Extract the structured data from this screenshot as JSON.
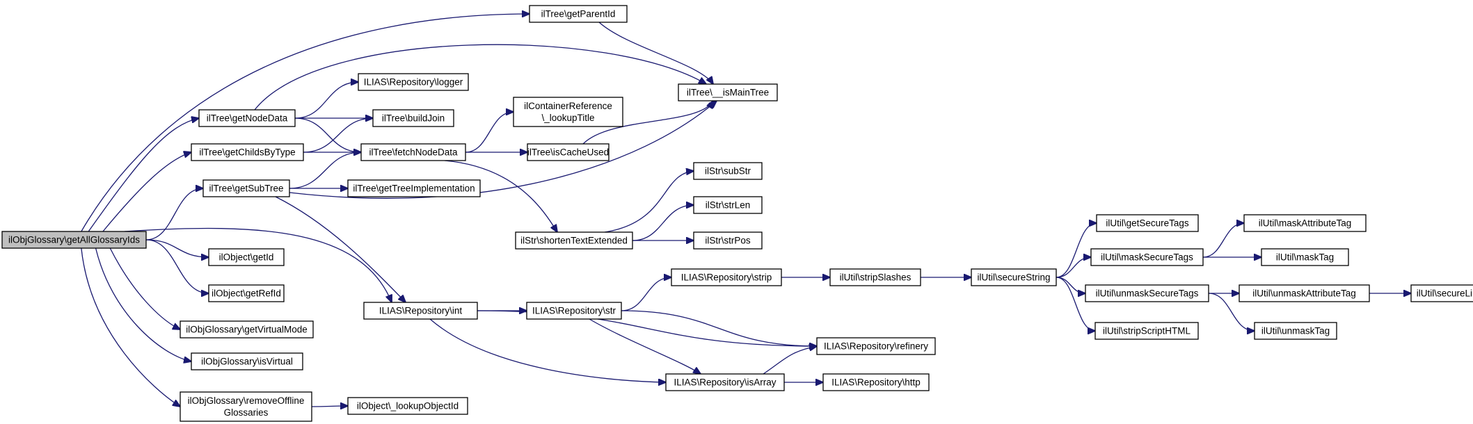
{
  "graph": {
    "nodes": [
      {
        "id": "root",
        "lines": [
          "ilObjGlossary\\getAllGlossaryIds"
        ],
        "root": true
      },
      {
        "id": "getParentId",
        "lines": [
          "ilTree\\getParentId"
        ]
      },
      {
        "id": "isMainTree",
        "lines": [
          "ilTree\\__isMainTree"
        ]
      },
      {
        "id": "logger",
        "lines": [
          "ILIAS\\Repository\\logger"
        ]
      },
      {
        "id": "getNodeData",
        "lines": [
          "ilTree\\getNodeData"
        ]
      },
      {
        "id": "buildJoin",
        "lines": [
          "ilTree\\buildJoin"
        ]
      },
      {
        "id": "lookupTitle",
        "lines": [
          "ilContainerReference",
          "\\_lookupTitle"
        ]
      },
      {
        "id": "getChildsByType",
        "lines": [
          "ilTree\\getChildsByType"
        ]
      },
      {
        "id": "fetchNodeData",
        "lines": [
          "ilTree\\fetchNodeData"
        ]
      },
      {
        "id": "isCacheUsed",
        "lines": [
          "ilTree\\isCacheUsed"
        ]
      },
      {
        "id": "subStr",
        "lines": [
          "ilStr\\subStr"
        ]
      },
      {
        "id": "getSubTree",
        "lines": [
          "ilTree\\getSubTree"
        ]
      },
      {
        "id": "getTreeImpl",
        "lines": [
          "ilTree\\getTreeImplementation"
        ]
      },
      {
        "id": "strLen",
        "lines": [
          "ilStr\\strLen"
        ]
      },
      {
        "id": "shortenText",
        "lines": [
          "ilStr\\shortenTextExtended"
        ]
      },
      {
        "id": "strPos",
        "lines": [
          "ilStr\\strPos"
        ]
      },
      {
        "id": "getSecureTags",
        "lines": [
          "ilUtil\\getSecureTags"
        ]
      },
      {
        "id": "maskAttributeTag",
        "lines": [
          "ilUtil\\maskAttributeTag"
        ]
      },
      {
        "id": "getId",
        "lines": [
          "ilObject\\getId"
        ]
      },
      {
        "id": "maskSecureTags",
        "lines": [
          "ilUtil\\maskSecureTags"
        ]
      },
      {
        "id": "maskTag",
        "lines": [
          "ilUtil\\maskTag"
        ]
      },
      {
        "id": "strip",
        "lines": [
          "ILIAS\\Repository\\strip"
        ]
      },
      {
        "id": "stripSlashes",
        "lines": [
          "ilUtil\\stripSlashes"
        ]
      },
      {
        "id": "secureString",
        "lines": [
          "ilUtil\\secureString"
        ]
      },
      {
        "id": "getRefId",
        "lines": [
          "ilObject\\getRefId"
        ]
      },
      {
        "id": "unmaskSecureTags",
        "lines": [
          "ilUtil\\unmaskSecureTags"
        ]
      },
      {
        "id": "unmaskAttributeTag",
        "lines": [
          "ilUtil\\unmaskAttributeTag"
        ]
      },
      {
        "id": "secureLink",
        "lines": [
          "ilUtil\\secureLink"
        ]
      },
      {
        "id": "repoInt",
        "lines": [
          "ILIAS\\Repository\\int"
        ]
      },
      {
        "id": "repoStr",
        "lines": [
          "ILIAS\\Repository\\str"
        ]
      },
      {
        "id": "getVirtualMode",
        "lines": [
          "ilObjGlossary\\getVirtualMode"
        ]
      },
      {
        "id": "stripScriptHTML",
        "lines": [
          "ilUtil\\stripScriptHTML"
        ]
      },
      {
        "id": "unmaskTag",
        "lines": [
          "ilUtil\\unmaskTag"
        ]
      },
      {
        "id": "refinery",
        "lines": [
          "ILIAS\\Repository\\refinery"
        ]
      },
      {
        "id": "isVirtual",
        "lines": [
          "ilObjGlossary\\isVirtual"
        ]
      },
      {
        "id": "isArray",
        "lines": [
          "ILIAS\\Repository\\isArray"
        ]
      },
      {
        "id": "http",
        "lines": [
          "ILIAS\\Repository\\http"
        ]
      },
      {
        "id": "removeOffline",
        "lines": [
          "ilObjGlossary\\removeOffline",
          "Glossaries"
        ]
      },
      {
        "id": "lookupObjectId",
        "lines": [
          "ilObject\\_lookupObjectId"
        ]
      }
    ],
    "edges": [
      {
        "from": "root",
        "to": "getParentId"
      },
      {
        "from": "root",
        "to": "getNodeData"
      },
      {
        "from": "root",
        "to": "getChildsByType"
      },
      {
        "from": "root",
        "to": "getSubTree"
      },
      {
        "from": "root",
        "to": "repoInt"
      },
      {
        "from": "root",
        "to": "getId"
      },
      {
        "from": "root",
        "to": "getRefId"
      },
      {
        "from": "root",
        "to": "getVirtualMode"
      },
      {
        "from": "root",
        "to": "isVirtual"
      },
      {
        "from": "root",
        "to": "removeOffline"
      },
      {
        "from": "getParentId",
        "to": "isMainTree"
      },
      {
        "from": "getNodeData",
        "to": "isMainTree"
      },
      {
        "from": "getNodeData",
        "to": "logger"
      },
      {
        "from": "getNodeData",
        "to": "buildJoin"
      },
      {
        "from": "getNodeData",
        "to": "fetchNodeData"
      },
      {
        "from": "getChildsByType",
        "to": "buildJoin"
      },
      {
        "from": "getChildsByType",
        "to": "fetchNodeData"
      },
      {
        "from": "getSubTree",
        "to": "fetchNodeData"
      },
      {
        "from": "getSubTree",
        "to": "getTreeImpl"
      },
      {
        "from": "getSubTree",
        "to": "isMainTree"
      },
      {
        "from": "getSubTree",
        "to": "repoInt"
      },
      {
        "from": "fetchNodeData",
        "to": "lookupTitle"
      },
      {
        "from": "fetchNodeData",
        "to": "isCacheUsed"
      },
      {
        "from": "fetchNodeData",
        "to": "shortenText"
      },
      {
        "from": "isCacheUsed",
        "to": "isMainTree"
      },
      {
        "from": "shortenText",
        "to": "subStr"
      },
      {
        "from": "shortenText",
        "to": "strLen"
      },
      {
        "from": "shortenText",
        "to": "strPos"
      },
      {
        "from": "repoInt",
        "to": "repoStr"
      },
      {
        "from": "repoInt",
        "to": "refinery"
      },
      {
        "from": "repoInt",
        "to": "isArray"
      },
      {
        "from": "repoStr",
        "to": "strip"
      },
      {
        "from": "repoStr",
        "to": "refinery"
      },
      {
        "from": "repoStr",
        "to": "isArray"
      },
      {
        "from": "strip",
        "to": "stripSlashes"
      },
      {
        "from": "stripSlashes",
        "to": "secureString"
      },
      {
        "from": "secureString",
        "to": "getSecureTags"
      },
      {
        "from": "secureString",
        "to": "maskSecureTags"
      },
      {
        "from": "secureString",
        "to": "unmaskSecureTags"
      },
      {
        "from": "secureString",
        "to": "stripScriptHTML"
      },
      {
        "from": "maskSecureTags",
        "to": "maskAttributeTag"
      },
      {
        "from": "maskSecureTags",
        "to": "maskTag"
      },
      {
        "from": "unmaskSecureTags",
        "to": "unmaskAttributeTag"
      },
      {
        "from": "unmaskSecureTags",
        "to": "unmaskTag"
      },
      {
        "from": "unmaskAttributeTag",
        "to": "secureLink"
      },
      {
        "from": "isArray",
        "to": "refinery"
      },
      {
        "from": "isArray",
        "to": "http"
      },
      {
        "from": "removeOffline",
        "to": "lookupObjectId"
      }
    ]
  },
  "colors": {
    "edge": "#191970",
    "node_border": "#000000",
    "root_fill": "#bfbfbf",
    "node_fill": "#ffffff"
  }
}
